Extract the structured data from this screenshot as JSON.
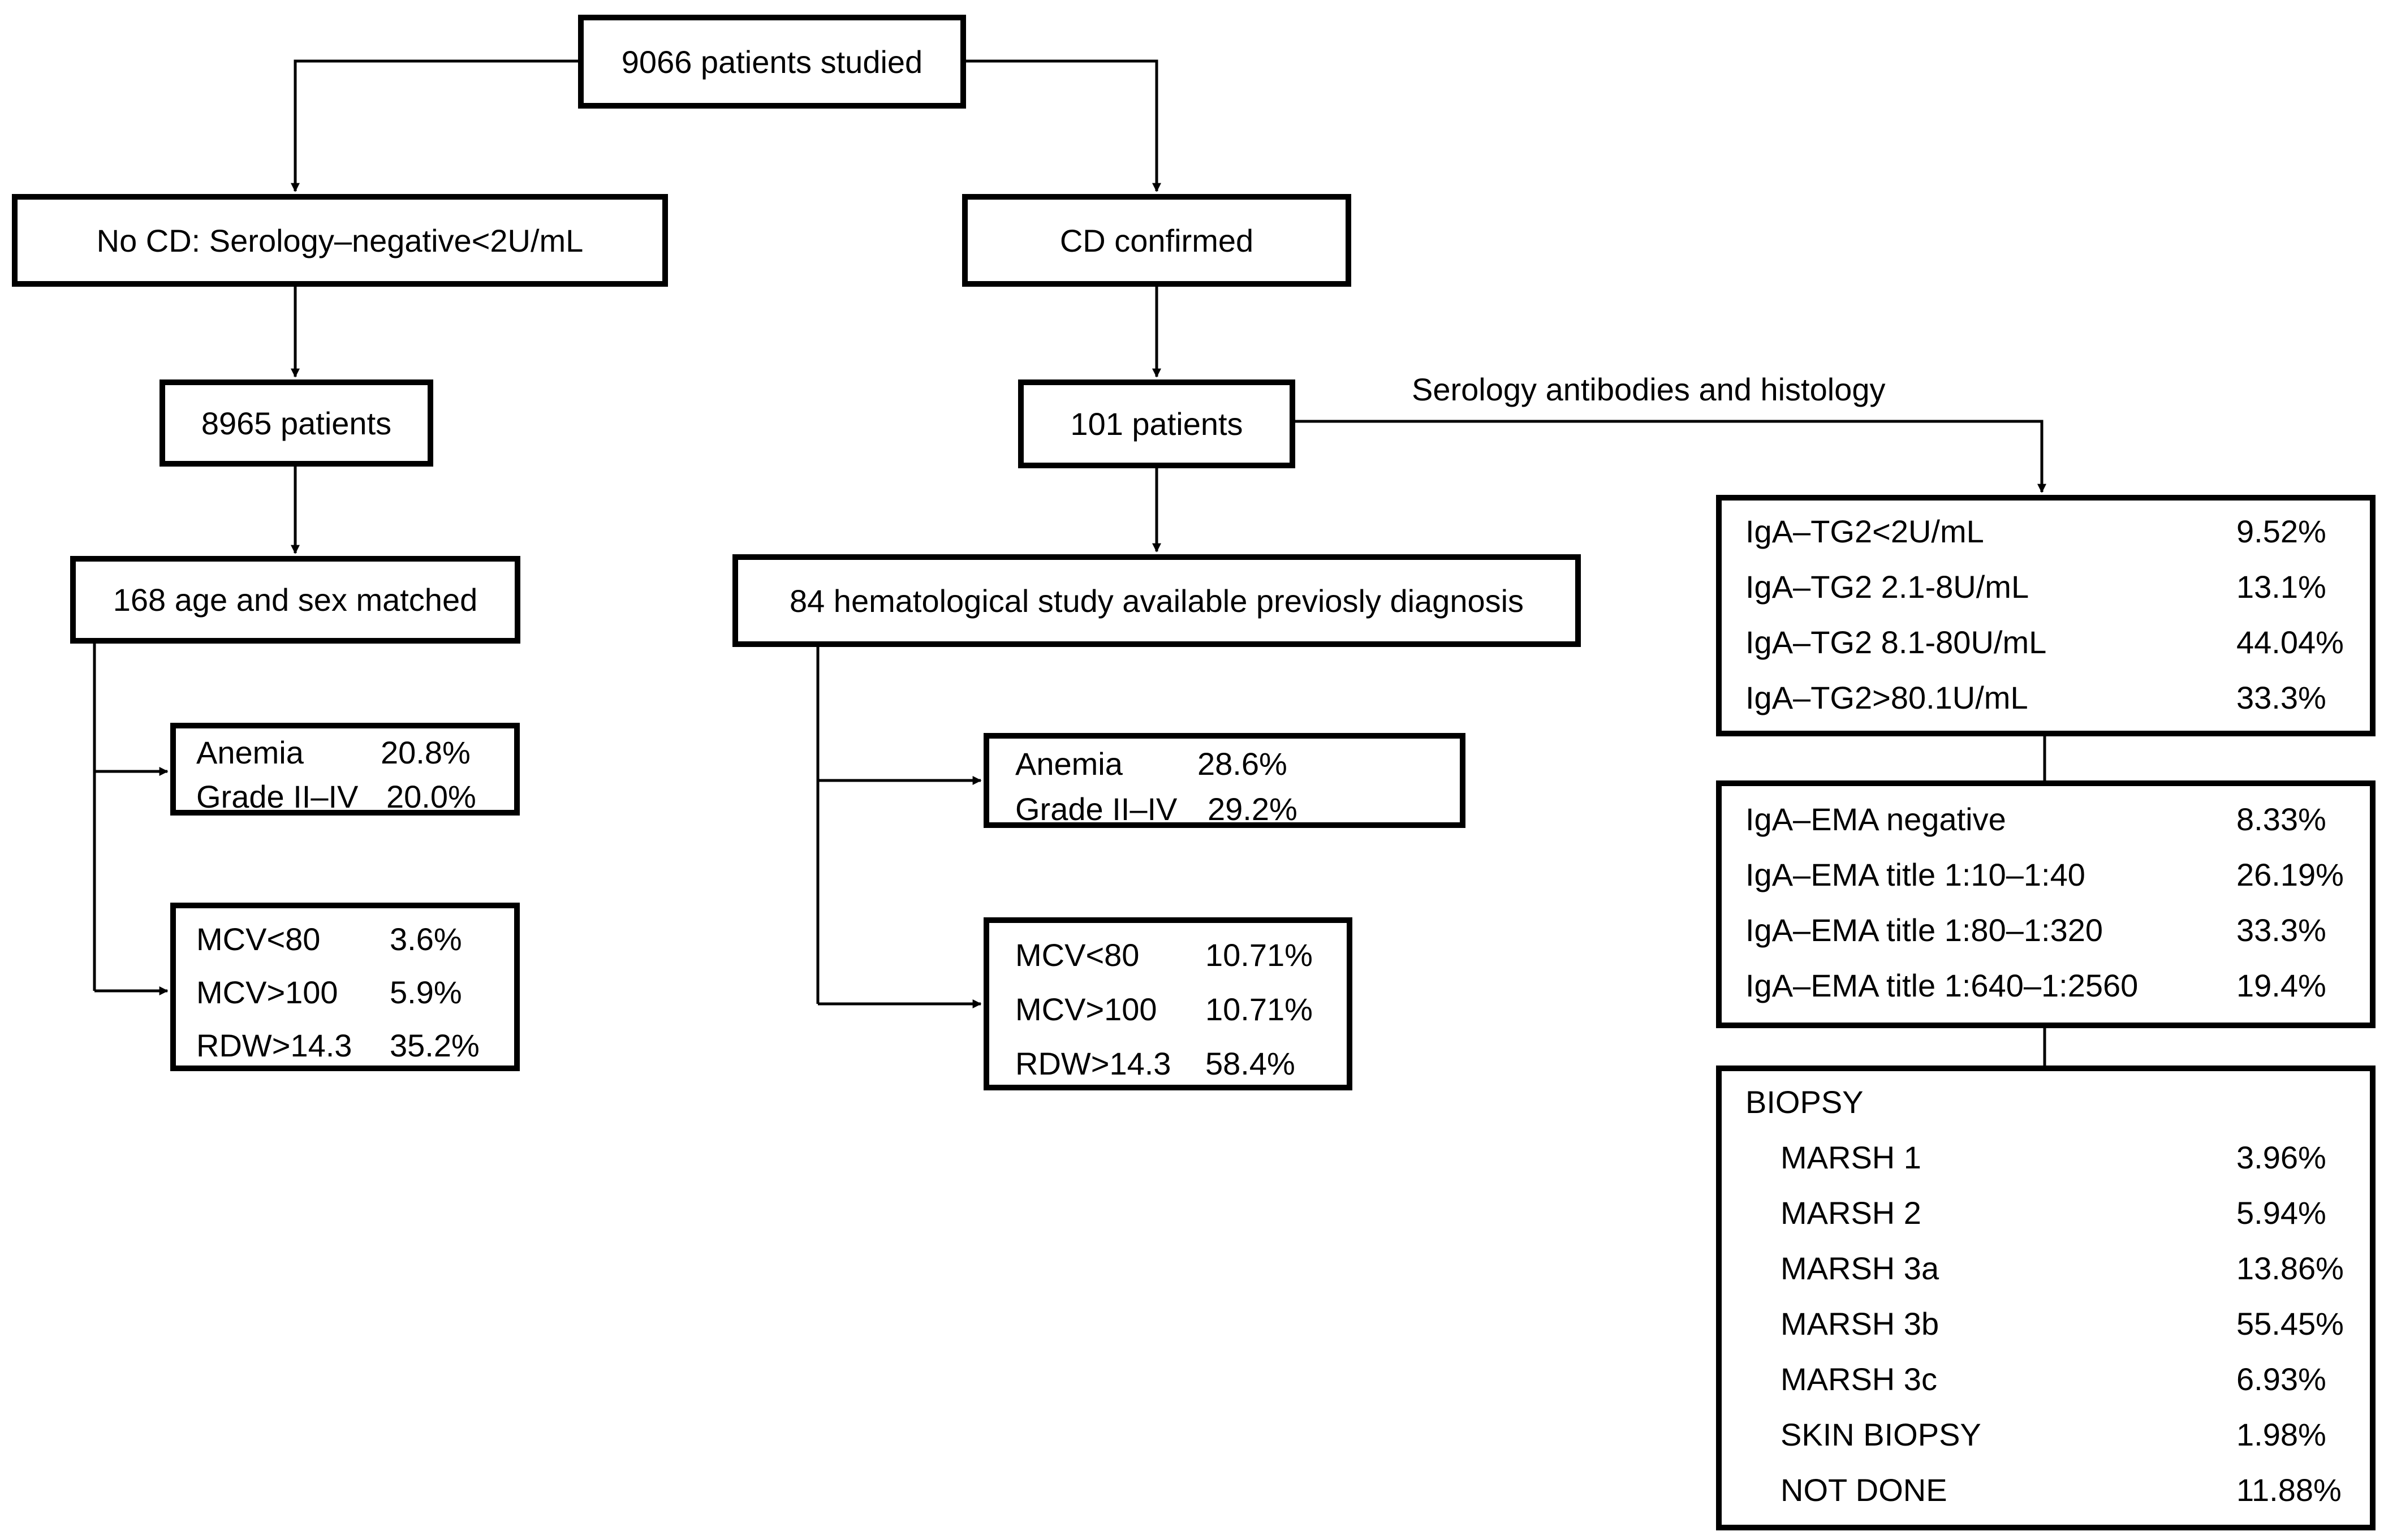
{
  "root": {
    "label": "9066 patients studied"
  },
  "left_branch": {
    "header": "No CD: Serology–negative<2U/mL",
    "count": "8965 patients",
    "matched": "168 age and sex matched",
    "anemia": {
      "rows": [
        {
          "label": "Anemia",
          "value": "20.8%"
        },
        {
          "label": "Grade II–IV",
          "value": "20.0%"
        }
      ]
    },
    "indices": {
      "rows": [
        {
          "label": "MCV<80",
          "value": "3.6%"
        },
        {
          "label": "MCV>100",
          "value": "5.9%"
        },
        {
          "label": "RDW>14.3",
          "value": "35.2%"
        }
      ]
    }
  },
  "middle_branch": {
    "header": "CD confirmed",
    "count": "101 patients",
    "study": "84 hematological study available previosly diagnosis",
    "anemia": {
      "rows": [
        {
          "label": "Anemia",
          "value": "28.6%"
        },
        {
          "label": "Grade II–IV",
          "value": "29.2%"
        }
      ]
    },
    "indices": {
      "rows": [
        {
          "label": "MCV<80",
          "value": "10.71%"
        },
        {
          "label": "MCV>100",
          "value": "10.71%"
        },
        {
          "label": "RDW>14.3",
          "value": "58.4%"
        }
      ]
    }
  },
  "right_branch": {
    "connector_label": "Serology antibodies and histology",
    "tg2": {
      "rows": [
        {
          "label": "IgA–TG2<2U/mL",
          "value": "9.52%"
        },
        {
          "label": "IgA–TG2 2.1-8U/mL",
          "value": "13.1%"
        },
        {
          "label": "IgA–TG2 8.1-80U/mL",
          "value": "44.04%"
        },
        {
          "label": "IgA–TG2>80.1U/mL",
          "value": "33.3%"
        }
      ]
    },
    "ema": {
      "rows": [
        {
          "label": "IgA–EMA negative",
          "value": "8.33%"
        },
        {
          "label": "IgA–EMA title 1:10–1:40",
          "value": "26.19%"
        },
        {
          "label": "IgA–EMA title 1:80–1:320",
          "value": "33.3%"
        },
        {
          "label": "IgA–EMA title 1:640–1:2560",
          "value": "19.4%"
        }
      ]
    },
    "biopsy": {
      "title": "BIOPSY",
      "rows": [
        {
          "label": "MARSH 1",
          "value": "3.96%"
        },
        {
          "label": "MARSH 2",
          "value": "5.94%"
        },
        {
          "label": "MARSH 3a",
          "value": "13.86%"
        },
        {
          "label": "MARSH 3b",
          "value": "55.45%"
        },
        {
          "label": "MARSH 3c",
          "value": "6.93%"
        },
        {
          "label": "SKIN BIOPSY",
          "value": "1.98%"
        },
        {
          "label": "NOT DONE",
          "value": "11.88%"
        }
      ]
    }
  }
}
